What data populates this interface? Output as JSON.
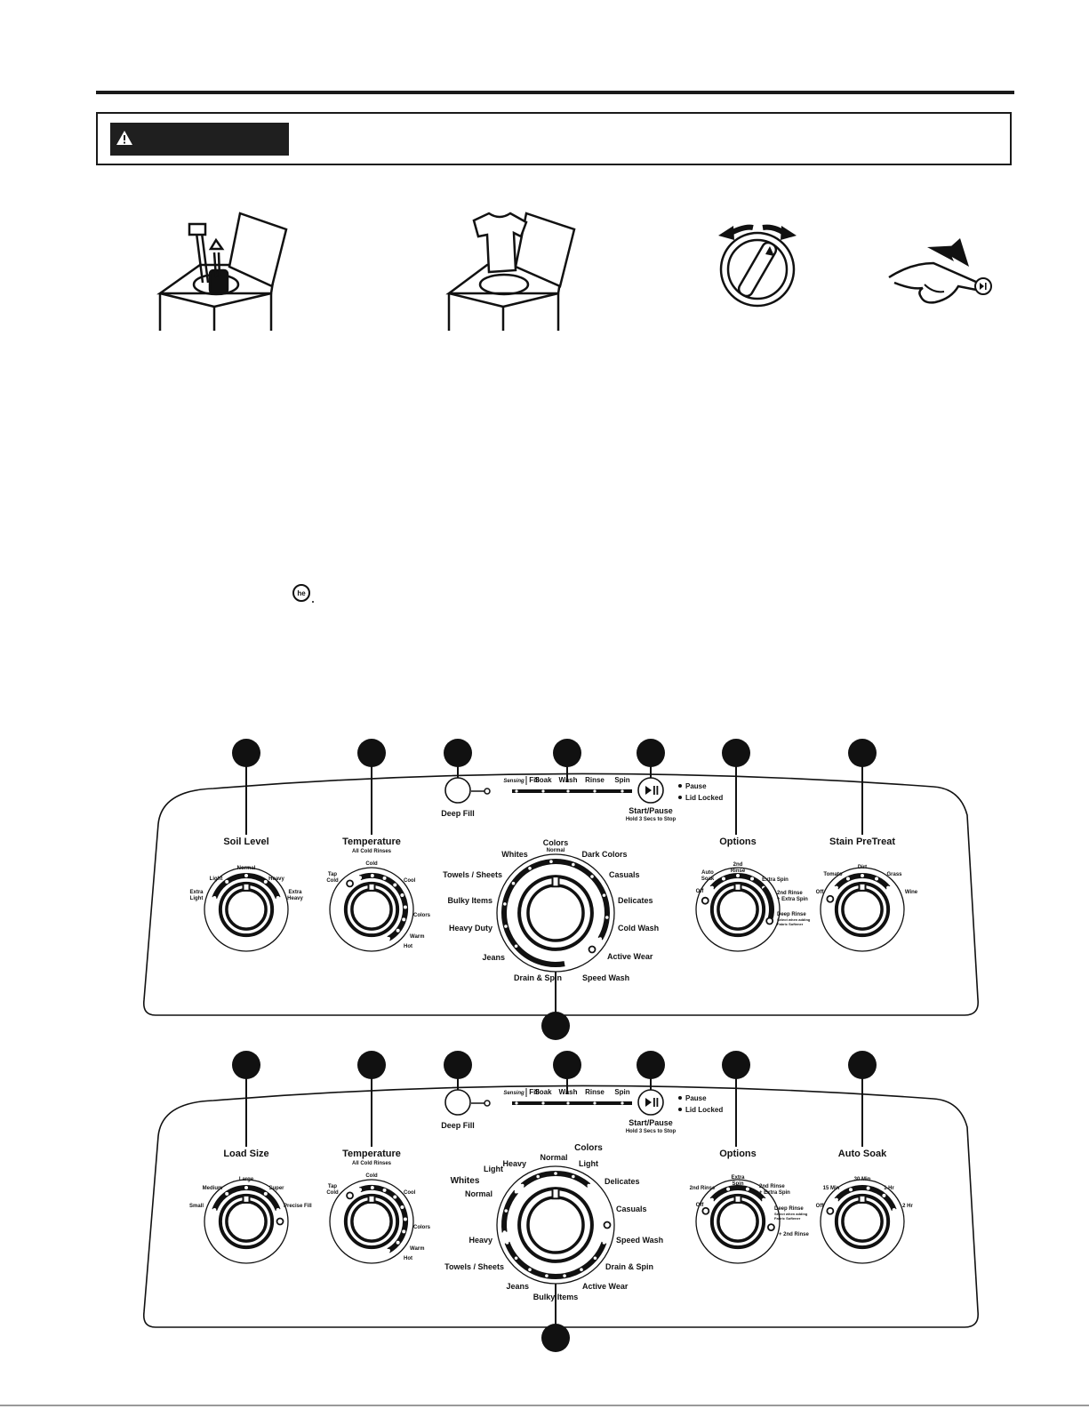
{
  "icons": [
    "detergent-dispenser-icon",
    "load-clothes-icon",
    "cycle-knob-icon",
    "press-start-icon",
    "he-logo-icon",
    "warning-triangle-icon"
  ],
  "panel_top": {
    "soil_label": "Soil Level",
    "soil_positions": [
      "Light",
      "Normal",
      "Heavy"
    ],
    "soil_extra_light": [
      "Extra",
      "Light"
    ],
    "soil_extra_heavy": [
      "Extra",
      "Heavy"
    ],
    "temp_label": "Temperature",
    "temp_sub": "All Cold Rinses",
    "temp_positions": [
      "Cold",
      "Cool",
      "Colors",
      "Warm",
      "Hot"
    ],
    "temp_tap_cold": [
      "Tap",
      "Cold"
    ],
    "deep_fill": "Deep Fill",
    "status": [
      "Fill",
      "Soak",
      "Wash",
      "Rinse",
      "Spin"
    ],
    "sensing": "Sensing",
    "start_pause": "Start/Pause",
    "start_hold": "Hold 3 Secs to Stop",
    "pause": "Pause",
    "lid_locked": "Lid Locked",
    "options_label": "Options",
    "opt_off": "Off",
    "opt_auto_soak": [
      "Auto",
      "Soak"
    ],
    "opt_2nd_rinse": [
      "2nd",
      "Rinse"
    ],
    "opt_extra_spin": "Extra Spin",
    "opt_2nd_extra": [
      "2nd Rinse",
      "+ Extra Spin"
    ],
    "opt_deep_rinse": [
      "Deep Rinse",
      "Select when adding",
      "Fabric Softener"
    ],
    "stain_label": "Stain PreTreat",
    "stain_positions": [
      "Off",
      "Tomato",
      "Dirt",
      "Grass",
      "Wine"
    ],
    "cycles": [
      "Whites",
      "Colors",
      "Dark Colors",
      "Casuals",
      "Delicates",
      "Cold Wash",
      "Active Wear",
      "Speed Wash",
      "Drain & Spin",
      "Jeans",
      "Heavy Duty",
      "Bulky Items",
      "Towels / Sheets"
    ],
    "cycle_colors_sub": "Normal"
  },
  "panel_bottom": {
    "load_label": "Load Size",
    "load_positions": [
      "Small",
      "Medium",
      "Large",
      "Super",
      "Precise Fill"
    ],
    "temp_label": "Temperature",
    "temp_sub": "All Cold Rinses",
    "temp_positions": [
      "Cold",
      "Cool",
      "Colors",
      "Warm",
      "Hot"
    ],
    "temp_tap_cold": [
      "Tap",
      "Cold"
    ],
    "deep_fill": "Deep Fill",
    "status": [
      "Fill",
      "Soak",
      "Wash",
      "Rinse",
      "Spin"
    ],
    "sensing": "Sensing",
    "start_pause": "Start/Pause",
    "start_hold": "Hold 3 Secs to Stop",
    "pause": "Pause",
    "lid_locked": "Lid Locked",
    "options_label": "Options",
    "opt_off": "Off",
    "opt_2nd_rinse": "2nd Rinse",
    "opt_extra_spin": [
      "Extra",
      "Spin"
    ],
    "opt_2nd_extra": [
      "2nd Rinse",
      "+ Extra Spin"
    ],
    "opt_deep_rinse": [
      "Deep Rinse",
      "Select when adding",
      "Fabric Softener"
    ],
    "opt_plus_2nd": "+ 2nd Rinse",
    "autosoak_label": "Auto Soak",
    "autosoak_positions": [
      "Off",
      "15 Min",
      "30 Min",
      "1 Hr",
      "2 Hr"
    ],
    "group_whites": "Whites",
    "group_colors": "Colors",
    "cycles": [
      "Normal",
      "Light",
      "Heavy",
      "Normal",
      "Light",
      "Delicates",
      "Casuals",
      "Speed Wash",
      "Drain & Spin",
      "Active Wear",
      "Bulky Items",
      "Jeans",
      "Towels / Sheets",
      "Heavy"
    ]
  }
}
